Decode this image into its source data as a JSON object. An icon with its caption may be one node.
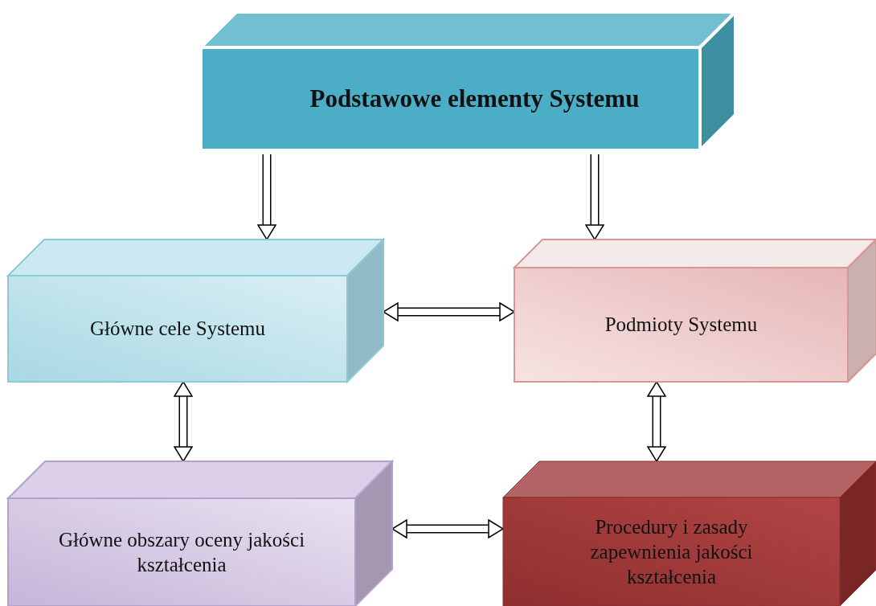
{
  "diagram": {
    "nodes": [
      {
        "text": [
          "Podstawowe elementy Systemu"
        ]
      },
      {
        "text": [
          "Główne cele Systemu"
        ]
      },
      {
        "text": [
          "Podmioty Systemu"
        ]
      },
      {
        "text": [
          "Główne obszary oceny jakości kształcenia"
        ]
      },
      {
        "text": [
          "Procedury i zasady zapewnienia jakości kształcenia"
        ]
      }
    ],
    "edges": [
      {
        "from": 0,
        "to": 1,
        "arrow": "to"
      },
      {
        "from": 0,
        "to": 2,
        "arrow": "to"
      },
      {
        "from": 1,
        "to": 2,
        "arrow": "both"
      },
      {
        "from": 1,
        "to": 3,
        "arrow": "both"
      },
      {
        "from": 2,
        "to": 4,
        "arrow": "both"
      },
      {
        "from": 3,
        "to": 4,
        "arrow": "both"
      }
    ]
  }
}
